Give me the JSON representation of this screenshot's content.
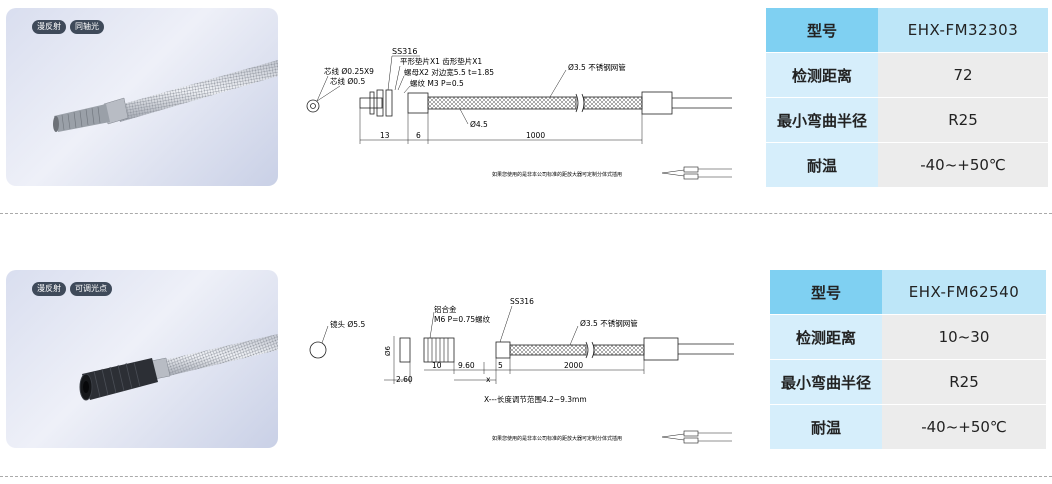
{
  "products": [
    {
      "badges": [
        "漫反射",
        "同轴光"
      ],
      "drawing": {
        "labels": [
          "SS316",
          "平形垫片X1 齿形垫片X1",
          "芯线 Ø0.25X9",
          "螺母X2 对边宽5.5 t=1.85",
          "芯线 Ø0.5",
          "螺纹 M3 P=0.5",
          "Ø3.5 不锈钢网管",
          "Ø4.5"
        ],
        "dims": [
          "13",
          "6",
          "1000"
        ],
        "note": "如果您使用的是非本公司标准的距放大器可定制分体式插用"
      },
      "specs": [
        {
          "key": "型号",
          "value": "EHX-FM32303"
        },
        {
          "key": "检测距离",
          "value": "72"
        },
        {
          "key": "最小弯曲半径",
          "value": "R25"
        },
        {
          "key": "耐温",
          "value": "-40~+50℃"
        }
      ]
    },
    {
      "badges": [
        "漫反射",
        "可调光点"
      ],
      "drawing": {
        "labels": [
          "铝合金",
          "SS316",
          "M6 P=0.75螺纹",
          "Ø3.5 不锈钢网管",
          "镜头 Ø5.5",
          "Ø6"
        ],
        "dims": [
          "2.60",
          "10",
          "9.60",
          "5",
          "2000",
          "x"
        ],
        "range": "X---长度调节范围4.2~9.3mm",
        "note": "如果您使用的是非本公司标准的距放大器可定制分体式插用"
      },
      "specs": [
        {
          "key": "型号",
          "value": "EHX-FM62540"
        },
        {
          "key": "检测距离",
          "value": "10~30"
        },
        {
          "key": "最小弯曲半径",
          "value": "R25"
        },
        {
          "key": "耐温",
          "value": "-40~+50℃"
        }
      ]
    }
  ]
}
